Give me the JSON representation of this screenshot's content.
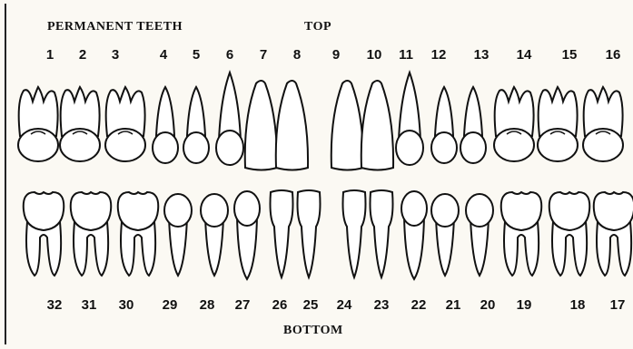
{
  "headings": {
    "title": "PERMANENT TEETH",
    "top": "TOP",
    "bottom": "BOTTOM"
  },
  "upper_numbers": [
    "1",
    "2",
    "3",
    "4",
    "5",
    "6",
    "7",
    "8",
    "9",
    "10",
    "11",
    "12",
    "13",
    "14",
    "15",
    "16"
  ],
  "lower_numbers": [
    "32",
    "31",
    "30",
    "29",
    "28",
    "27",
    "26",
    "25",
    "24",
    "23",
    "22",
    "21",
    "20",
    "19",
    "18",
    "17"
  ],
  "upper_types": [
    "molar",
    "molar",
    "molar",
    "premolar",
    "premolar",
    "canine",
    "incisor",
    "incisor",
    "incisor",
    "incisor",
    "canine",
    "premolar",
    "premolar",
    "molar",
    "molar",
    "molar"
  ],
  "lower_types": [
    "molar",
    "molar",
    "molar",
    "premolar",
    "premolar",
    "canine",
    "incisor",
    "incisor",
    "incisor",
    "incisor",
    "canine",
    "premolar",
    "premolar",
    "molar",
    "molar",
    "molar"
  ],
  "colors": {
    "ink": "#111111",
    "paper": "#fbf9f3"
  }
}
